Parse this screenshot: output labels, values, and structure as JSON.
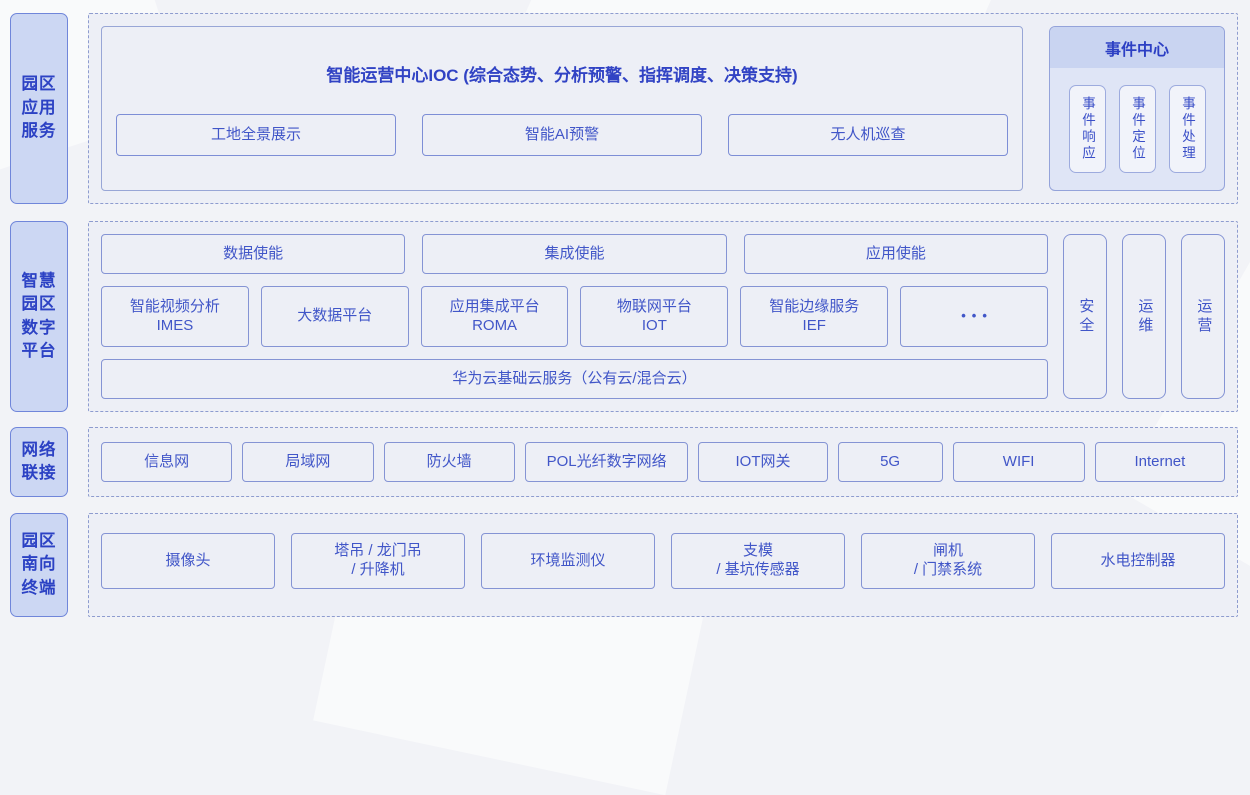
{
  "palette": {
    "page_bg": "#f2f3f7",
    "panel_bg": "#edeff6",
    "dashed_border": "#8e9ccf",
    "box_border": "#8594d4",
    "box_text": "#4156c8",
    "title_text": "#3143c4",
    "sidebar_bg": "#ccd7f3",
    "sidebar_border": "#7086da",
    "sidebar_text": "#2c42c4",
    "event_header_bg": "#c9d4f1",
    "event_body_bg": "#dfe5f6",
    "event_item_bg": "#f1f3fa"
  },
  "layers": {
    "app": {
      "sidebar": "园区\n应用\n服务",
      "ioc": {
        "title": "智能运营中心IOC (综合态势、分析预警、指挥调度、决策支持)",
        "items": [
          "工地全景展示",
          "智能AI预警",
          "无人机巡查"
        ]
      },
      "event_center": {
        "title": "事件中心",
        "items": [
          "事件响应",
          "事件定位",
          "事件处理"
        ]
      }
    },
    "platform": {
      "sidebar": "智慧\n园区\n数字\n平台",
      "enablement": [
        "数据使能",
        "集成使能",
        "应用使能"
      ],
      "platforms": [
        "智能视频分析\nIMES",
        "大数据平台",
        "应用集成平台\nROMA",
        "物联网平台\nIOT",
        "智能边缘服务\nIEF",
        "•••"
      ],
      "cloud": "华为云基础云服务（公有云/混合云）",
      "ops": [
        "安全",
        "运维",
        "运营"
      ]
    },
    "network": {
      "sidebar": "网络\n联接",
      "items": [
        "信息网",
        "局域网",
        "防火墙",
        "POL光纤数字网络",
        "IOT网关",
        "5G",
        "WIFI",
        "Internet"
      ]
    },
    "terminal": {
      "sidebar": "园区\n南向\n终端",
      "items": [
        "摄像头",
        "塔吊 / 龙门吊\n/ 升降机",
        "环境监测仪",
        "支模\n/ 基坑传感器",
        "闸机\n/ 门禁系统",
        "水电控制器"
      ]
    }
  }
}
